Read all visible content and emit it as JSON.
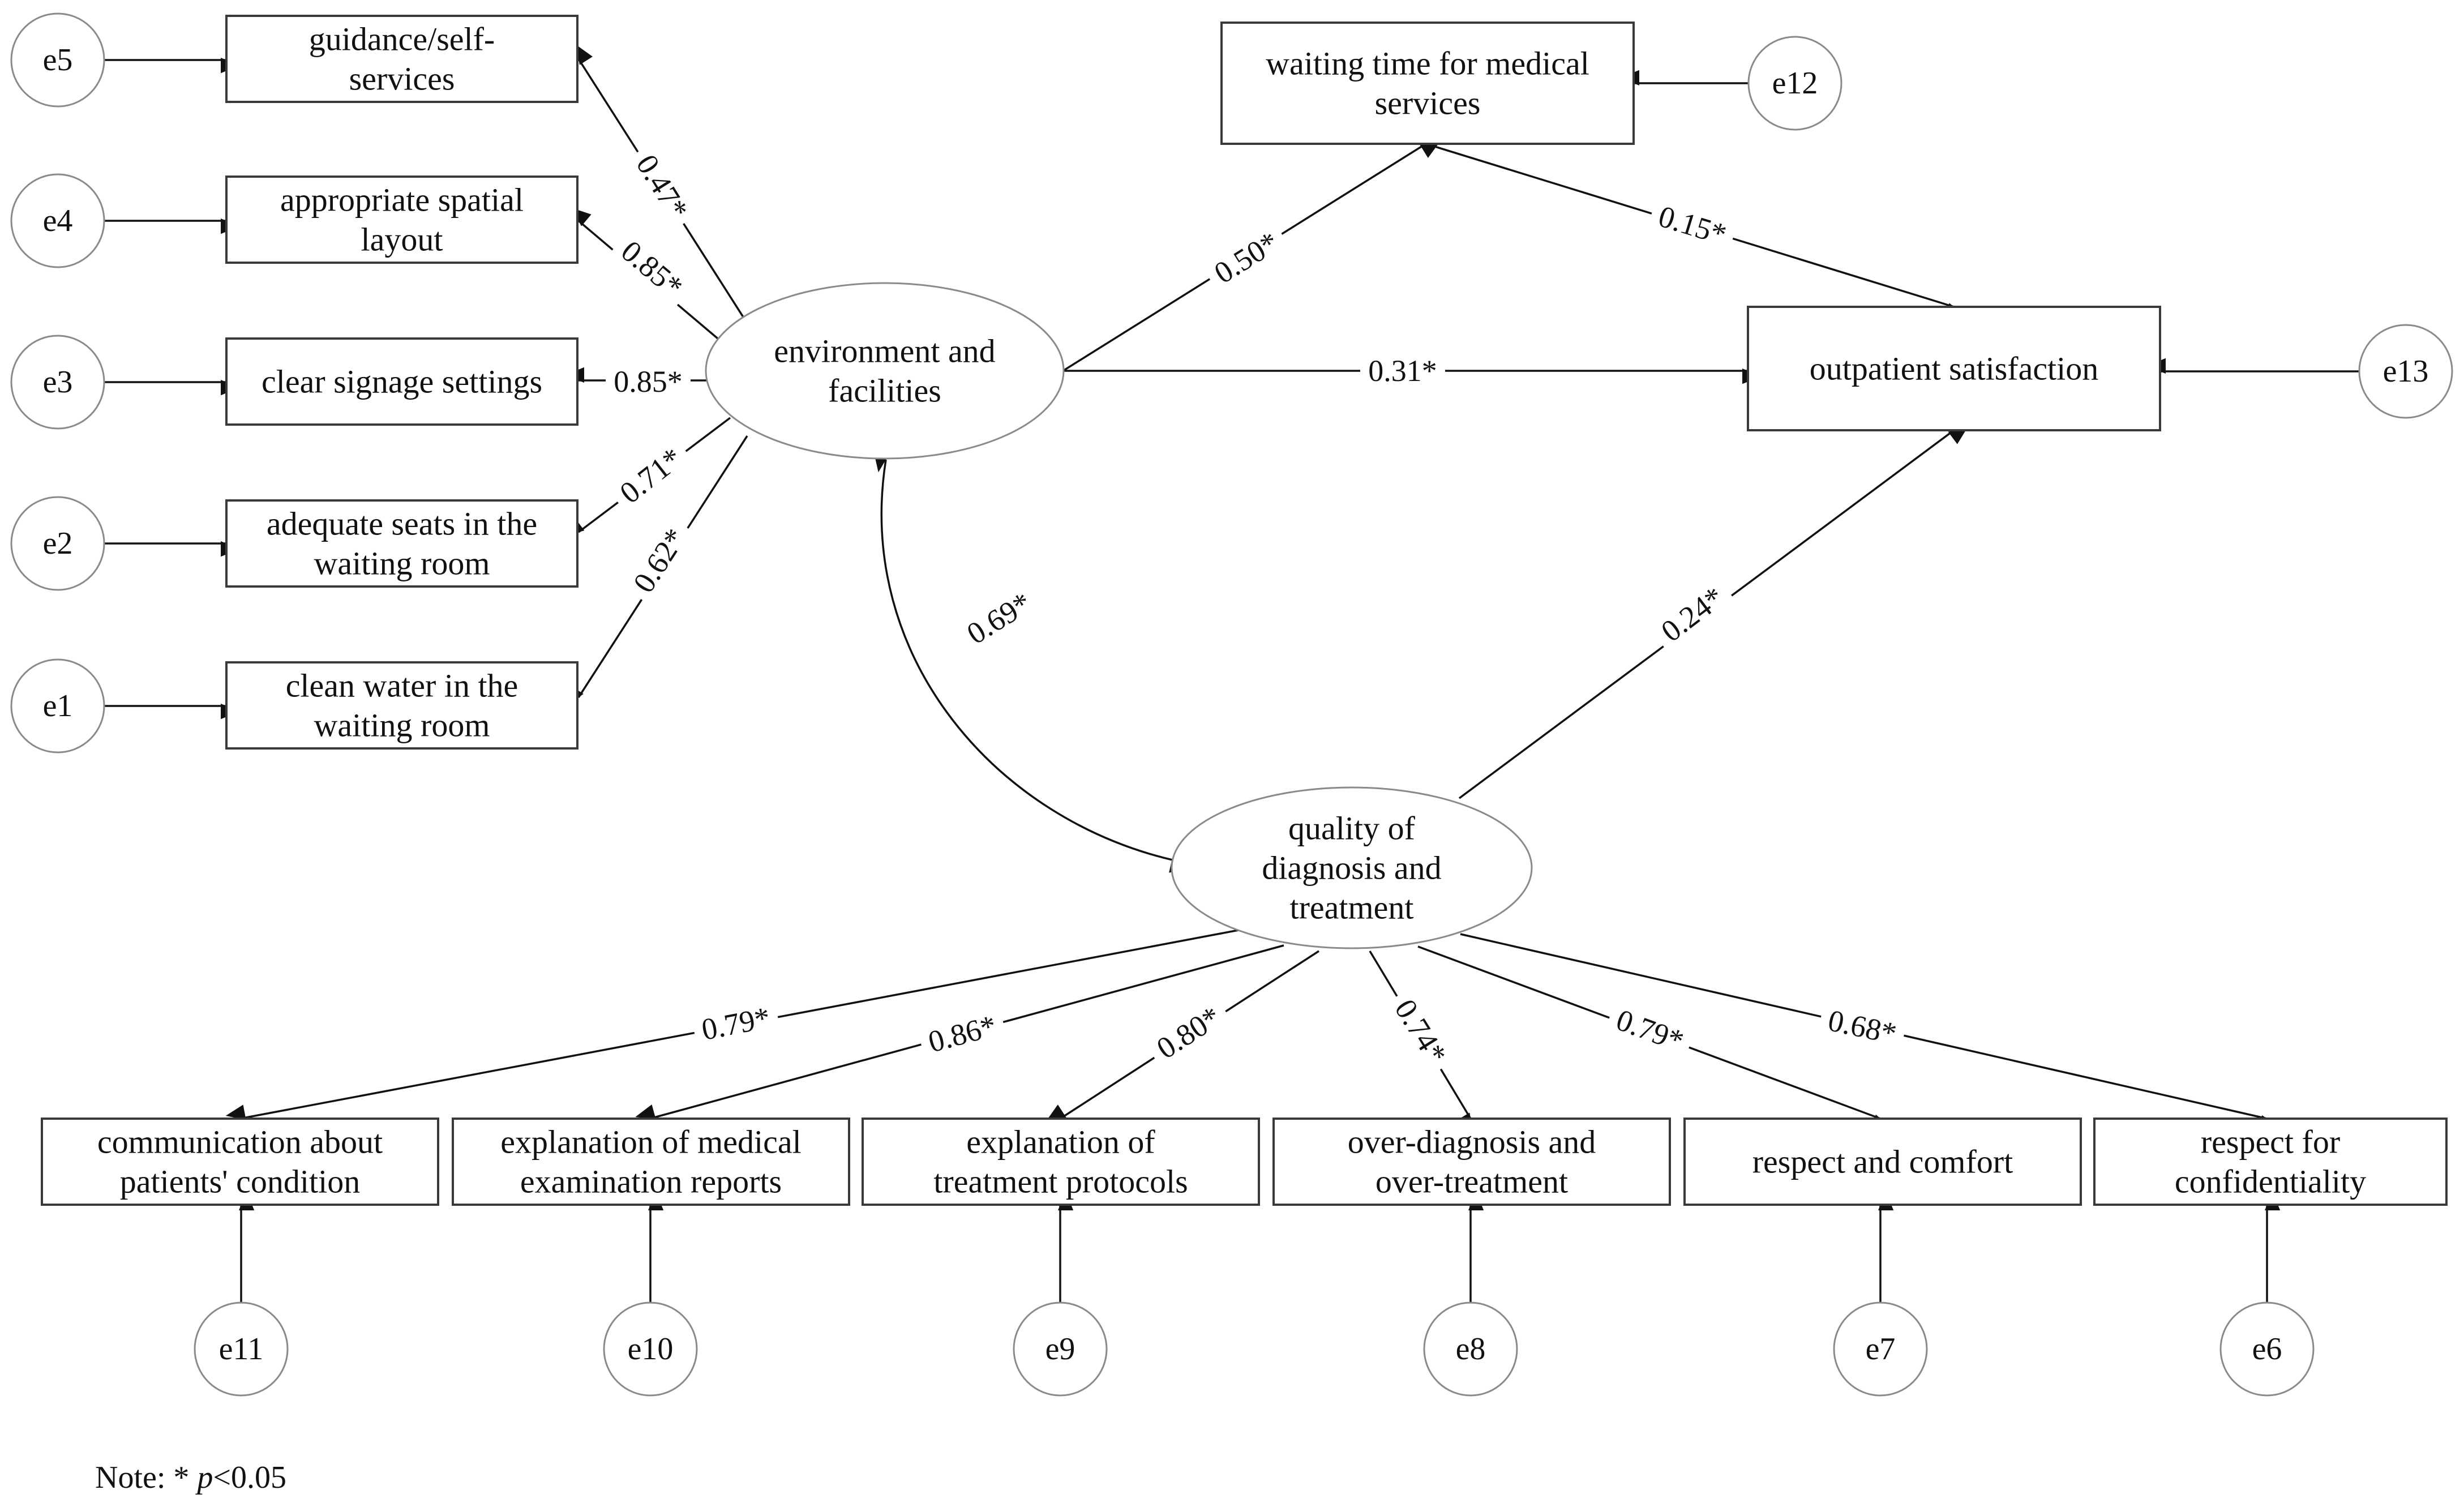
{
  "indicators": [
    {
      "id": "guidance",
      "lines": [
        "guidance/self-",
        "services"
      ]
    },
    {
      "id": "spatial",
      "lines": [
        "appropriate spatial",
        "layout"
      ]
    },
    {
      "id": "signage",
      "lines": [
        "clear signage settings"
      ]
    },
    {
      "id": "seats",
      "lines": [
        "adequate seats in the",
        "waiting room"
      ]
    },
    {
      "id": "water",
      "lines": [
        "clean water in the",
        "waiting room"
      ]
    },
    {
      "id": "waiting",
      "lines": [
        "waiting time for medical",
        "services"
      ]
    },
    {
      "id": "satisfaction",
      "lines": [
        "outpatient satisfaction"
      ]
    },
    {
      "id": "communication",
      "lines": [
        "communication about",
        "patients' condition"
      ]
    },
    {
      "id": "reports",
      "lines": [
        "explanation of medical",
        "examination reports"
      ]
    },
    {
      "id": "protocols",
      "lines": [
        "explanation of",
        "treatment protocols"
      ]
    },
    {
      "id": "overdiagnosis",
      "lines": [
        "over-diagnosis and",
        "over-treatment"
      ]
    },
    {
      "id": "respect",
      "lines": [
        "respect and comfort"
      ]
    },
    {
      "id": "confidentiality",
      "lines": [
        "respect for",
        "confidentiality"
      ]
    }
  ],
  "latents": [
    {
      "id": "env",
      "lines": [
        "environment and",
        "facilities"
      ]
    },
    {
      "id": "quality",
      "lines": [
        "quality of",
        "diagnosis and",
        "treatment"
      ]
    }
  ],
  "errors": [
    {
      "id": "e5",
      "label": "e5",
      "target": "guidance"
    },
    {
      "id": "e4",
      "label": "e4",
      "target": "spatial"
    },
    {
      "id": "e3",
      "label": "e3",
      "target": "signage"
    },
    {
      "id": "e2",
      "label": "e2",
      "target": "seats"
    },
    {
      "id": "e1",
      "label": "e1",
      "target": "water"
    },
    {
      "id": "e12",
      "label": "e12",
      "target": "waiting"
    },
    {
      "id": "e13",
      "label": "e13",
      "target": "satisfaction"
    },
    {
      "id": "e11",
      "label": "e11",
      "target": "communication"
    },
    {
      "id": "e10",
      "label": "e10",
      "target": "reports"
    },
    {
      "id": "e9",
      "label": "e9",
      "target": "protocols"
    },
    {
      "id": "e8",
      "label": "e8",
      "target": "overdiagnosis"
    },
    {
      "id": "e7",
      "label": "e7",
      "target": "respect"
    },
    {
      "id": "e6",
      "label": "e6",
      "target": "confidentiality"
    }
  ],
  "paths": [
    {
      "from": "env",
      "to": "guidance",
      "label": "0.47*"
    },
    {
      "from": "env",
      "to": "spatial",
      "label": "0.85*"
    },
    {
      "from": "env",
      "to": "signage",
      "label": "0.85*"
    },
    {
      "from": "env",
      "to": "seats",
      "label": "0.71*"
    },
    {
      "from": "env",
      "to": "water",
      "label": "0.62*"
    },
    {
      "from": "env",
      "to": "waiting",
      "label": "0.50*"
    },
    {
      "from": "waiting",
      "to": "satisfaction",
      "label": "0.15*"
    },
    {
      "from": "env",
      "to": "satisfaction",
      "label": "0.31*"
    },
    {
      "from": "quality",
      "to": "satisfaction",
      "label": "0.24*"
    },
    {
      "from": "quality",
      "to": "communication",
      "label": "0.79*"
    },
    {
      "from": "quality",
      "to": "reports",
      "label": "0.86*"
    },
    {
      "from": "quality",
      "to": "protocols",
      "label": "0.80*"
    },
    {
      "from": "quality",
      "to": "overdiagnosis",
      "label": "0.74*"
    },
    {
      "from": "quality",
      "to": "respect",
      "label": "0.79*"
    },
    {
      "from": "quality",
      "to": "confidentiality",
      "label": "0.68*"
    }
  ],
  "correlation": {
    "from": "env",
    "to": "quality",
    "label": "0.69*"
  },
  "note": {
    "prefix": "Note: * ",
    "italic": "p",
    "suffix": "<0.05"
  }
}
